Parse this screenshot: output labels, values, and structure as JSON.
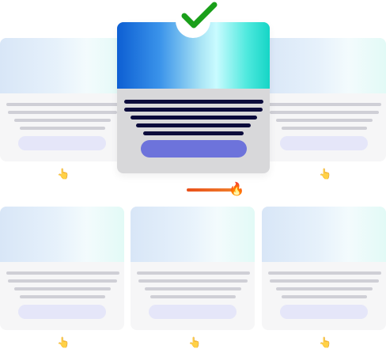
{
  "cards": [
    {
      "id": "top-left",
      "featured": false
    },
    {
      "id": "top-center",
      "featured": true,
      "selected": true
    },
    {
      "id": "top-right",
      "featured": false
    },
    {
      "id": "bottom-left",
      "featured": false
    },
    {
      "id": "bottom-center",
      "featured": false
    },
    {
      "id": "bottom-right",
      "featured": false
    }
  ],
  "icons": {
    "selected_check": "check-icon",
    "reaction": "hand-pointer-icon",
    "streak": "flame-icon"
  },
  "colors": {
    "check": "#1a9f1a",
    "featured_cta": "#6d73db",
    "featured_text_lines": "#0b0b3b",
    "streak_flame": "#ff6a00"
  }
}
